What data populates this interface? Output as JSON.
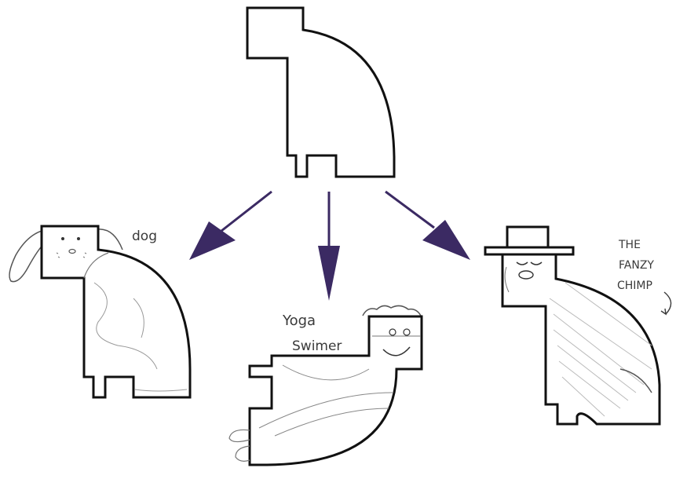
{
  "labels": {
    "dog": "dog",
    "yoga_line1": "Yoga",
    "yoga_line2": "Swimer",
    "chimp_line1": "THE",
    "chimp_line2": "FANZY",
    "chimp_line3": "CHIMP"
  },
  "colors": {
    "outline": "#111111",
    "arrow": "#3b2a63",
    "sketch": "#555555"
  },
  "icons": [
    "base-shape",
    "arrow-left",
    "arrow-down",
    "arrow-right",
    "dog-drawing",
    "yoga-swimmer-drawing",
    "fancy-chimp-drawing"
  ]
}
